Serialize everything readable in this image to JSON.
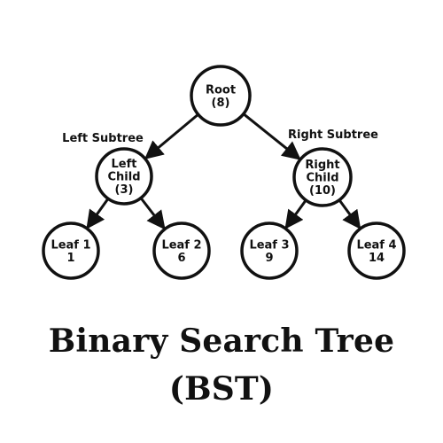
{
  "colors": {
    "ink": "#111111",
    "node_fill": "#ffffff",
    "background": "#ffffff"
  },
  "tree": {
    "left_subtree_label": "Left Subtree",
    "right_subtree_label": "Right Subtree",
    "nodes": [
      {
        "id": "root",
        "lines": [
          "Root",
          "(8)"
        ]
      },
      {
        "id": "left-child",
        "lines": [
          "Left",
          "Child",
          "(3)"
        ]
      },
      {
        "id": "right-child",
        "lines": [
          "Right",
          "Child",
          "(10)"
        ]
      },
      {
        "id": "leaf-1",
        "lines": [
          "Leaf 1",
          "1"
        ]
      },
      {
        "id": "leaf-2",
        "lines": [
          "Leaf 2",
          "6"
        ]
      },
      {
        "id": "leaf-3",
        "lines": [
          "Leaf 3",
          "9"
        ]
      },
      {
        "id": "leaf-4",
        "lines": [
          "Leaf 4",
          "14"
        ]
      }
    ],
    "edges": [
      {
        "from": "root",
        "to": "left-child"
      },
      {
        "from": "root",
        "to": "right-child"
      },
      {
        "from": "left-child",
        "to": "leaf-1"
      },
      {
        "from": "left-child",
        "to": "leaf-2"
      },
      {
        "from": "right-child",
        "to": "leaf-3"
      },
      {
        "from": "right-child",
        "to": "leaf-4"
      }
    ]
  },
  "title": {
    "line1": "Binary Search Tree",
    "line2": "(BST)"
  }
}
